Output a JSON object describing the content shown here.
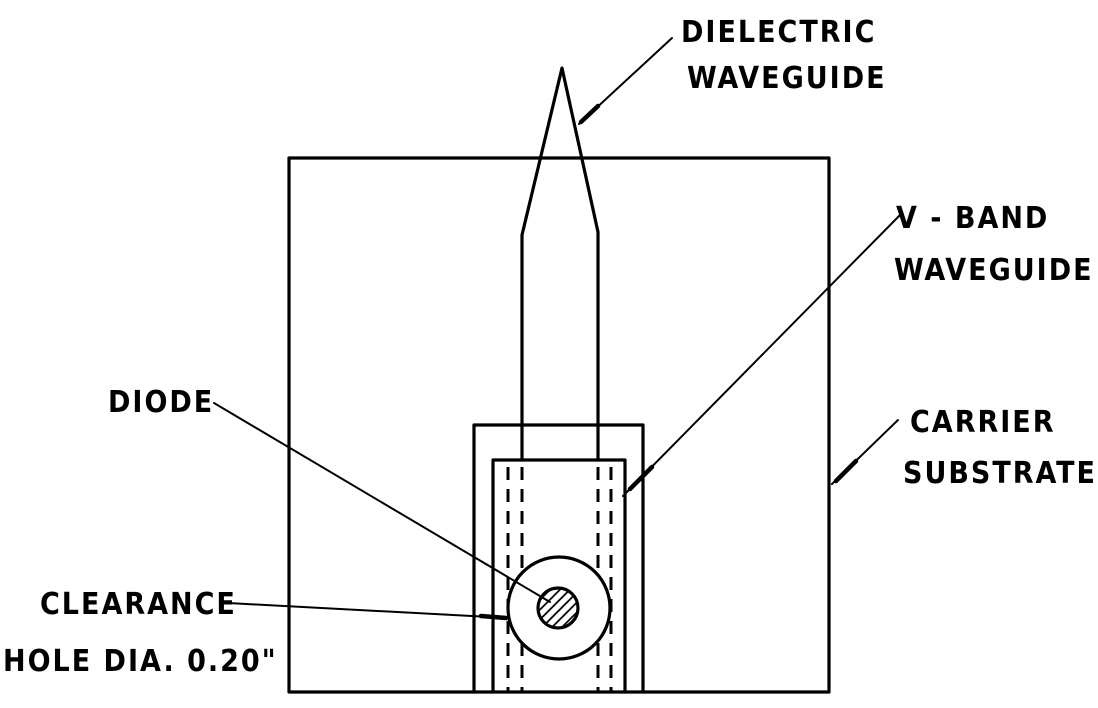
{
  "labels": {
    "dielectric_waveguide": [
      "DIELECTRIC",
      "WAVEGUIDE"
    ],
    "v_band_waveguide": [
      "V - BAND",
      "WAVEGUIDE"
    ],
    "carrier_substrate": [
      "CARRIER",
      "SUBSTRATE"
    ],
    "diode": "DIODE",
    "clearance_hole": [
      "CLEARANCE",
      "HOLE DIA. 0.20\""
    ]
  },
  "colors": {
    "line": "#000000",
    "background": "#ffffff"
  }
}
